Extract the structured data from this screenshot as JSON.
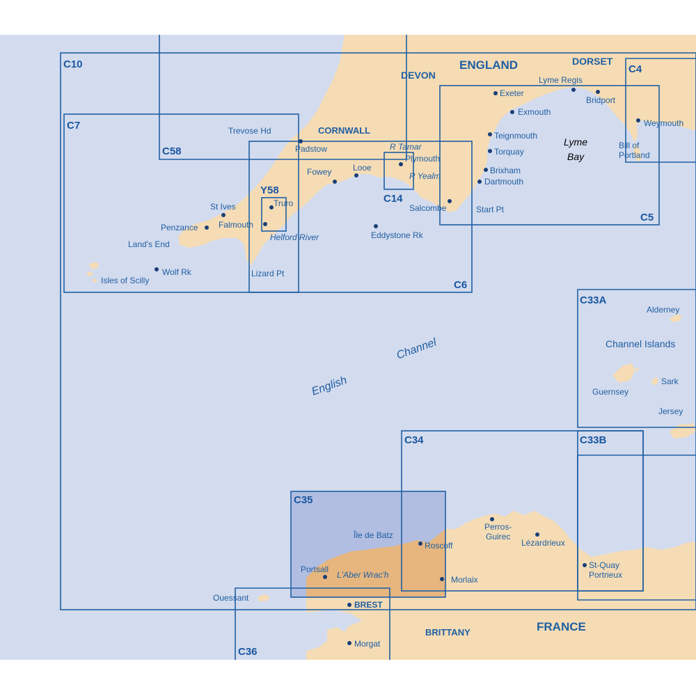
{
  "colors": {
    "sea": "#d3dbee",
    "land": "#f5dcb5",
    "ink": "#1f5fa3",
    "highlight_box": "#a8b6df"
  },
  "chart_boxes": [
    {
      "code": "C10"
    },
    {
      "code": "C7"
    },
    {
      "code": "C58"
    },
    {
      "code": "Y58"
    },
    {
      "code": "C14"
    },
    {
      "code": "C6"
    },
    {
      "code": "C5"
    },
    {
      "code": "C4"
    },
    {
      "code": "C33A"
    },
    {
      "code": "C33B"
    },
    {
      "code": "C34"
    },
    {
      "code": "C35"
    },
    {
      "code": "C36"
    }
  ],
  "regions": {
    "england": "ENGLAND",
    "devon": "DEVON",
    "dorset": "DORSET",
    "cornwall": "CORNWALL",
    "france": "FRANCE",
    "brittany": "BRITTANY",
    "channel_islands": "Channel Islands"
  },
  "sea_labels": {
    "english": "English",
    "channel": "Channel",
    "lyme": "Lyme",
    "bay": "Bay"
  },
  "places": {
    "trevose_hd": "Trevose Hd",
    "padstow": "Padstow",
    "fowey": "Fowey",
    "looe": "Looe",
    "r_tamar": "R Tamar",
    "plymouth": "Plymouth",
    "r_yealm": "R Yealm",
    "st_ives": "St Ives",
    "truro": "Truro",
    "penzance": "Penzance",
    "falmouth": "Falmouth",
    "helford_river": "Helford River",
    "lands_end": "Land's End",
    "isles_of_scilly": "Isles of Scilly",
    "wolf_rk": "Wolf Rk",
    "lizard_pt": "Lizard Pt",
    "eddystone_rk": "Eddystone Rk",
    "salcombe": "Salcombe",
    "start_pt": "Start Pt",
    "exeter": "Exeter",
    "exmouth": "Exmouth",
    "teignmouth": "Teignmouth",
    "torquay": "Torquay",
    "brixham": "Brixham",
    "dartmouth": "Dartmouth",
    "lyme_regis": "Lyme Regis",
    "bridport": "Bridport",
    "weymouth": "Weymouth",
    "bill_of": "Bill of",
    "portland": "Portland",
    "alderney": "Alderney",
    "guernsey": "Guernsey",
    "sark": "Sark",
    "jersey": "Jersey",
    "ile_de_batz": "Île de Batz",
    "roscoff": "Roscoff",
    "perros": "Perros-",
    "guirec": "Guirec",
    "lezardrieux": "Lézardrieux",
    "st_quay": "St-Quay",
    "portrieux": "Portrieux",
    "portsall": "Portsall",
    "laber_wrach": "L'Aber Wrac'h",
    "morlaix": "Morlaix",
    "ouessant": "Ouessant",
    "brest": "BREST",
    "morgat": "Morgat"
  }
}
